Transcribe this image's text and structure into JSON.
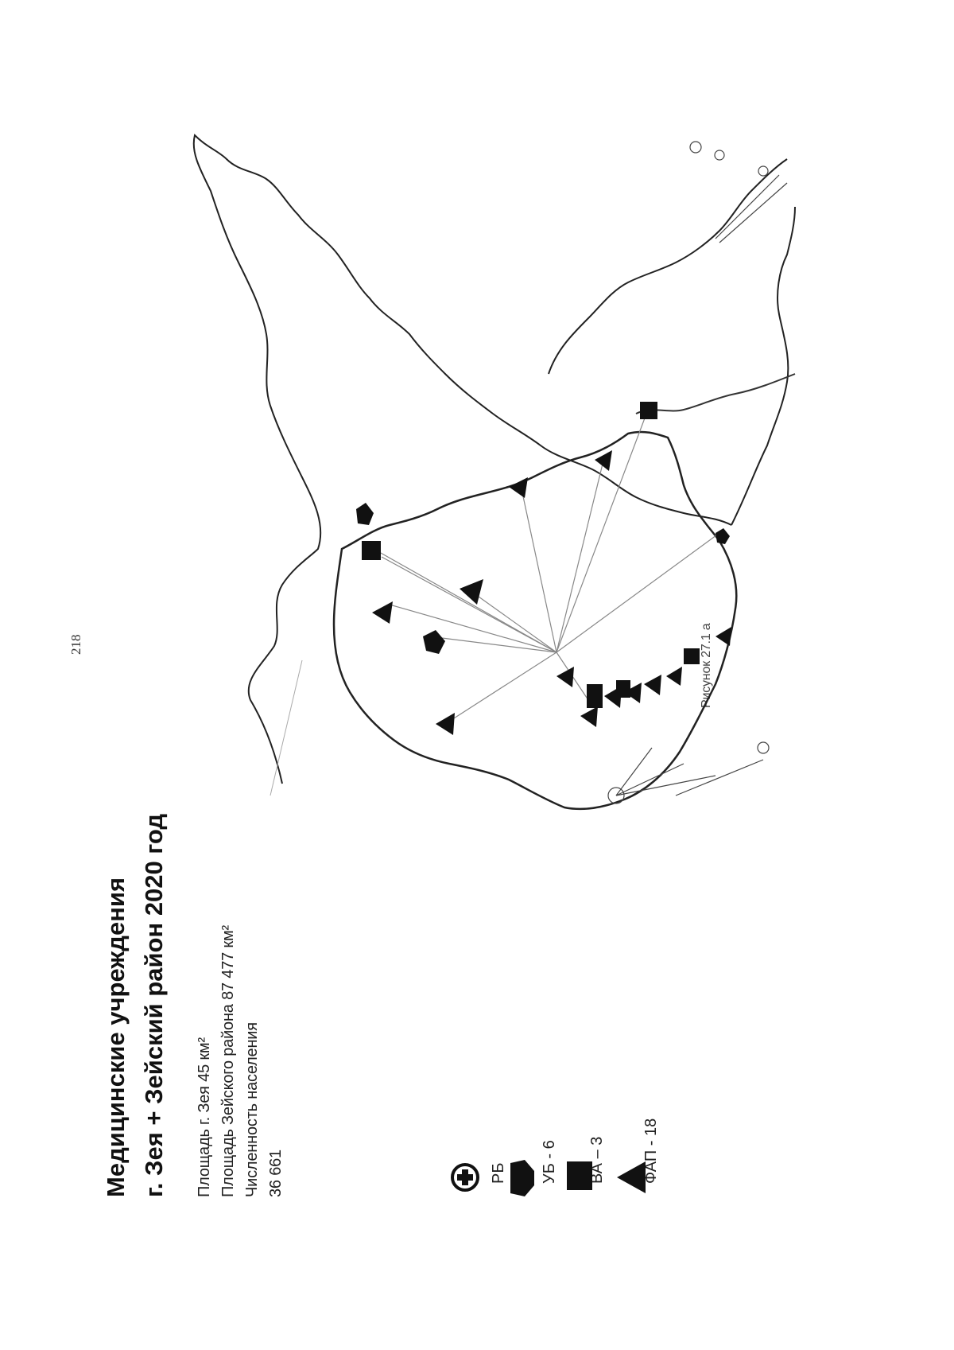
{
  "page": {
    "number": "218"
  },
  "slide": {
    "title_line1": "Медицинские учреждения",
    "title_line2": "г. Зея + Зейский район 2020 год",
    "info_lines": [
      "Площадь г. Зея 45 км²",
      "Площадь Зейского района 87 477 км²",
      "Численность населения",
      "36 661"
    ],
    "legend": [
      {
        "icon": "cross-circle-icon",
        "label": "РБ"
      },
      {
        "icon": "pentagon-icon",
        "label": "УБ - 6"
      },
      {
        "icon": "square-icon",
        "label": "ВА – 3"
      },
      {
        "icon": "triangle-icon",
        "label": "ФАП - 18"
      }
    ],
    "figure_caption": "Рисунок 27.1 а"
  },
  "colors": {
    "ink": "#111111",
    "boundary": "#222222",
    "connector": "#888888"
  }
}
